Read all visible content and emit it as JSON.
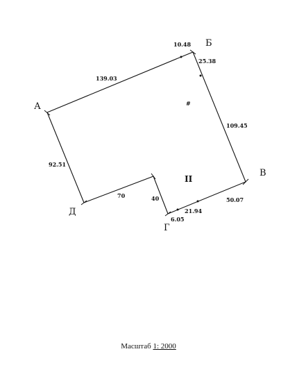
{
  "vertices": {
    "a": "А",
    "b": "Б",
    "v": "В",
    "g": "Г",
    "d": "Д"
  },
  "dimensions": {
    "top_edge": "139.03",
    "top_right_short": "10.48",
    "right_upper_short": "25.38",
    "right_edge": "109.45",
    "left_edge": "92.51",
    "bottom_left": "70",
    "notch": "40",
    "bottom_right": "50.07",
    "bottom_middle": "21.94",
    "corner_short": "6.05"
  },
  "markers": {
    "upper": "#",
    "lower": "II"
  },
  "scale": {
    "label": "Масштаб",
    "value": "1: 2000"
  }
}
